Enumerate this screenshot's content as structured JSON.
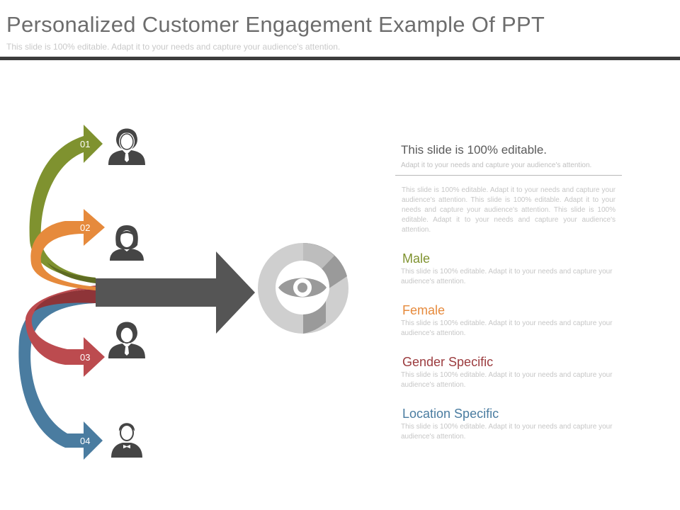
{
  "header": {
    "title": "Personalized Customer Engagement Example Of PPT",
    "subtitle": "This slide is 100% editable. Adapt it to your needs and capture your audience's attention."
  },
  "graphic": {
    "steps": [
      {
        "number": "01",
        "icon": "man-with-tie-icon",
        "color": "#7f922f"
      },
      {
        "number": "02",
        "icon": "woman-icon",
        "color": "#e68a3c"
      },
      {
        "number": "03",
        "icon": "man-with-tie-icon",
        "color": "#bc4b4f"
      },
      {
        "number": "04",
        "icon": "man-with-bowtie-icon",
        "color": "#4a7ca0"
      }
    ],
    "main_arrow_color": "#555555",
    "target_icon": "eye-icon"
  },
  "panel": {
    "title": "This slide is 100% editable.",
    "subtitle": "Adapt it to your needs and capture your audience's attention.",
    "body": "This slide is 100% editable. Adapt it to your needs and capture your audience's attention. This slide is 100% editable. Adapt it to your needs and capture your audience's attention. This slide is 100% editable. Adapt it to your needs and capture your audience's attention."
  },
  "items": [
    {
      "title": "Male",
      "color": "#7f922f",
      "text": "This slide is 100% editable. Adapt it to your needs and capture your audience's attention."
    },
    {
      "title": "Female",
      "color": "#e68a3c",
      "text": "This slide is 100% editable. Adapt it to your needs and capture your audience's attention."
    },
    {
      "title": "Gender Specific",
      "color": "#9b3b3e",
      "text": "This slide is 100% editable. Adapt it to your needs and capture your audience's attention."
    },
    {
      "title": "Location Specific",
      "color": "#4a7ca0",
      "text": "This slide is 100% editable. Adapt it to your needs and capture your audience's attention."
    }
  ]
}
